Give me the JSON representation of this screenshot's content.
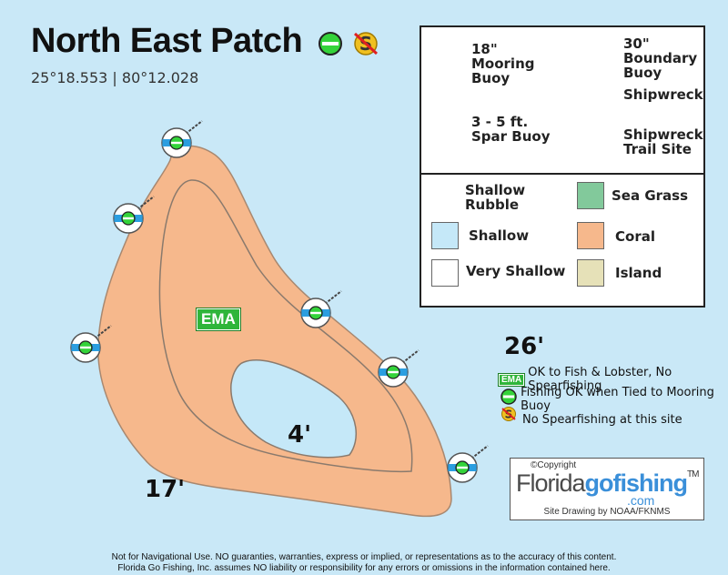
{
  "map": {
    "title": "North East Patch",
    "coordinates": "25°18.553 | 80°12.028",
    "depths": {
      "outer_left": "17'",
      "outer_right": "26'",
      "inner": "4'"
    },
    "zone_label": "EMA"
  },
  "legend": {
    "mooring_buoy": "18\" Mooring Buoy",
    "boundary_buoy": "30\" Boundary Buoy",
    "shipwreck": "Shipwreck",
    "spar_buoy": "3 - 5 ft. Spar Buoy",
    "shipwreck_trail": "Shipwreck Trail Site",
    "shallow_rubble": "Shallow Rubble",
    "sea_grass": "Sea Grass",
    "shallow": "Shallow",
    "coral": "Coral",
    "very_shallow": "Very Shallow",
    "island": "Island"
  },
  "regulations": {
    "ema_tag": "EMA",
    "ema_note": "OK to Fish & Lobster, No Spearfishing",
    "mooring_note": "Fishing OK when Tied to Mooring Buoy",
    "no_spear_note": "No Spearfishing at this site"
  },
  "branding": {
    "copyright": "©Copyright",
    "logo_plain": "Florida",
    "logo_bold": "gofishing",
    "logo_tm": "TM",
    "logo_domain": ".com",
    "credit": "Site Drawing by NOAA/FKNMS"
  },
  "disclaimer": {
    "line1": "Not for Navigational Use. NO guaranties, warranties, express or implied, or representations as to the accuracy of this content.",
    "line2": "Florida Go Fishing, Inc. assumes NO liability or responsibility for any errors or omissions in the information contained here."
  },
  "colors": {
    "water": "#c9e8f7",
    "coral": "#f6b88c",
    "shallow": "#c5e8f8",
    "very_shallow": "#ffffff",
    "sea_grass": "#82c99b",
    "island": "#e6e1b8",
    "buoy_band": "#2b9ee0",
    "ema_green": "#2fb53a"
  }
}
